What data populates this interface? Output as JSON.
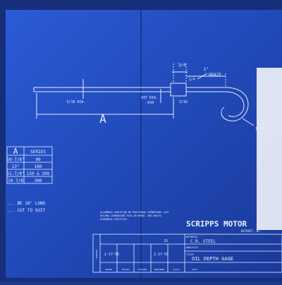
{
  "drawing": {
    "dimensions": {
      "top_a": "3/4",
      "top_b": "1\"",
      "top_c": "1/4",
      "braze": "BRAZE",
      "left_dia": "5/16 DIA.",
      "mid_a": "437 DIA.",
      "mid_b": ".434",
      "right_dia": "3/16",
      "radius": "1/16 R.",
      "length_label": "A"
    },
    "series_table": {
      "headers": [
        "A",
        "SERIES"
      ],
      "rows": [
        [
          "10-7/8\"",
          "90"
        ],
        [
          "13\"",
          "100"
        ],
        [
          "11-7/8\"",
          "150 & 200"
        ],
        [
          "10 7/8",
          "300"
        ]
      ]
    },
    "note": [
      "... BE 18\" LONG",
      "... CUT TO SUIT"
    ],
    "title_block": {
      "company": "SCRIPPS MOTOR",
      "city": "DETROIT, MI",
      "tolerance_note": [
        "ALLOWABLE VARIATION ON FRACTIONAL DIMENSIONS 1/64",
        "DECIMAL DIMENSIONS PLUS OR MINUS .005 UNLESS",
        "OTHERWISE SPECIFIED"
      ],
      "material_label": "MATERIAL",
      "material_value": "C.R. STEEL",
      "analysis_label": "ANALYSIS",
      "title_label": "TITLE",
      "title_value": "OIL DEPTH GAGE",
      "date1": "2-17-55",
      "date2": "2-17-55",
      "initials": "JS",
      "labels": [
        "DRAWN",
        "TRACED",
        "CHECKED",
        "ENGINEER",
        "SCALE",
        "DATE"
      ],
      "changes_label": "CHANGES"
    }
  }
}
